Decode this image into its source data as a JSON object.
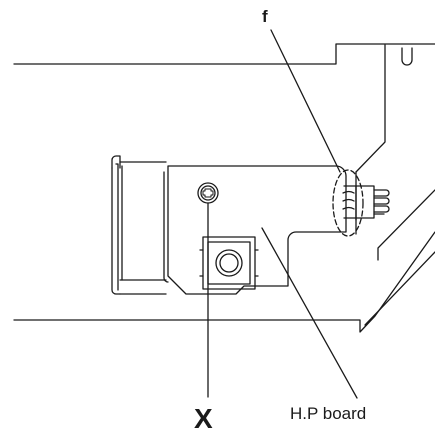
{
  "diagram": {
    "labels": {
      "connector_callout": "f",
      "screw_callout": "X",
      "board_callout": "H.P board"
    }
  }
}
